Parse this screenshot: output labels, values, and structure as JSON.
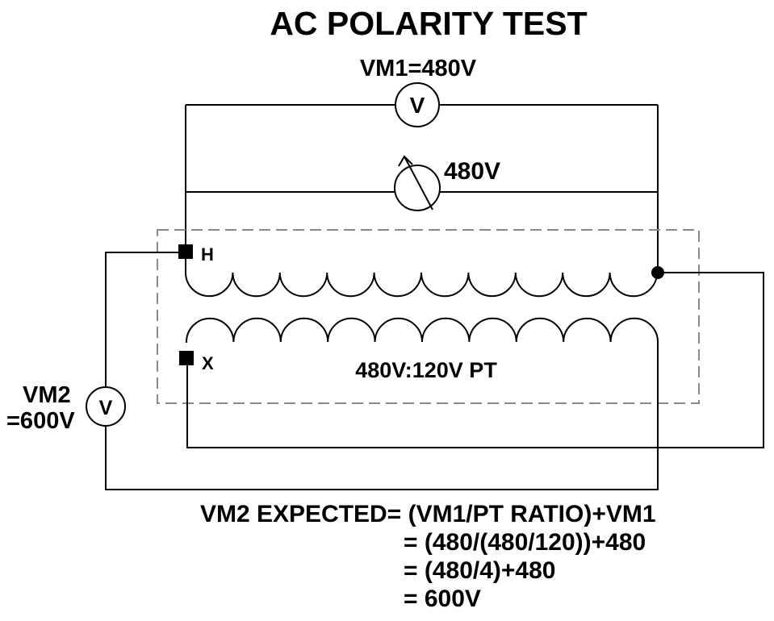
{
  "title": "AC POLARITY TEST",
  "vm1_label": "VM1=480V",
  "source_label": "480V",
  "meter_symbol": "V",
  "h_terminal": "H",
  "x_terminal": "X",
  "transformer_label": "480V:120V PT",
  "vm2_label_line1": "VM2",
  "vm2_label_line2": "=600V",
  "equation": {
    "line1": "VM2 EXPECTED= (VM1/PT RATIO)+VM1",
    "line2": "= (480/(480/120))+480",
    "line3": "= (480/4)+480",
    "line4": "= 600V"
  },
  "icons": {
    "voltmeter": "voltmeter-icon",
    "ac_source": "ac-variable-source-icon",
    "terminal": "terminal-square-icon",
    "polarity_dot": "polarity-dot-icon"
  },
  "colors": {
    "lines": "#000000",
    "enclosure": "#8a8a8a",
    "background": "#ffffff"
  }
}
